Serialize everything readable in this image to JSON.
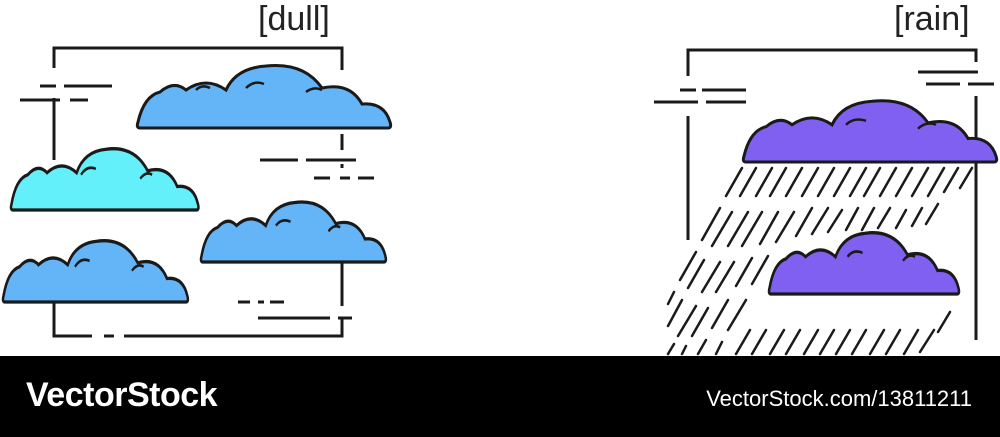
{
  "panels": {
    "dull": {
      "label": "[dull]"
    },
    "rain": {
      "label": "[rain]"
    }
  },
  "footer": {
    "brand": "VectorStock",
    "credit": "VectorStock.com/13811211"
  },
  "colors": {
    "cloud_blue": "#64b4f8",
    "cloud_cyan": "#64f0fa",
    "cloud_purple": "#8060f0",
    "line": "#1a1a1a",
    "footer_bg": "#000000",
    "footer_text": "#ffffff"
  },
  "icons": [
    "cloud-icon",
    "rain-cloud-icon",
    "rain-streaks"
  ]
}
